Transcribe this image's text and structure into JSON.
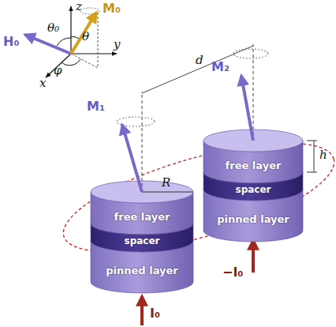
{
  "diagram": {
    "nodes": [
      {
        "text": [
          "free layer"
        ]
      },
      {
        "text": [
          "spacer"
        ]
      },
      {
        "text": [
          "pinned layer"
        ]
      },
      {
        "text": [
          "free layer"
        ]
      },
      {
        "text": [
          "spacer"
        ]
      },
      {
        "text": [
          "pinned layer"
        ]
      }
    ],
    "labels": [
      "z",
      "y",
      "x",
      "θ₀",
      "θ",
      "φ",
      "H₀",
      "M₀",
      "d",
      "M₁",
      "M₂",
      "R",
      "h",
      "I₀",
      "−I₀"
    ]
  }
}
